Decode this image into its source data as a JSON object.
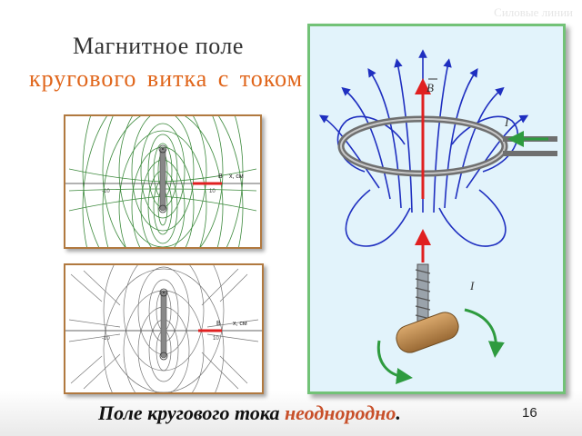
{
  "corner_label": "Силовые линии",
  "title": {
    "line1": "Магнитное поле",
    "line2": "кругового витка с током"
  },
  "simulation_top": {
    "axis_label": "x, см",
    "vector_label": "B",
    "tick_left": "-10",
    "tick_right": "10"
  },
  "simulation_bottom": {
    "axis_label": "x, см",
    "vector_label": "B",
    "tick_left": "-10",
    "tick_right": "10"
  },
  "illustration": {
    "vector_label": "B",
    "current_label_top": "I",
    "current_label_bottom": "I"
  },
  "caption": {
    "prefix": "Поле кругового тока ",
    "accent": "неоднородно",
    "suffix": "."
  },
  "page_number": "16",
  "colors": {
    "title_accent": "#e0651a",
    "caption_accent": "#c8502a",
    "panel_border": "#72c277",
    "panel_fill": "#e2f3fb",
    "field_line": "#1f2fc0",
    "vector_arrow": "#e02020",
    "frame_border": "#b1793f"
  }
}
